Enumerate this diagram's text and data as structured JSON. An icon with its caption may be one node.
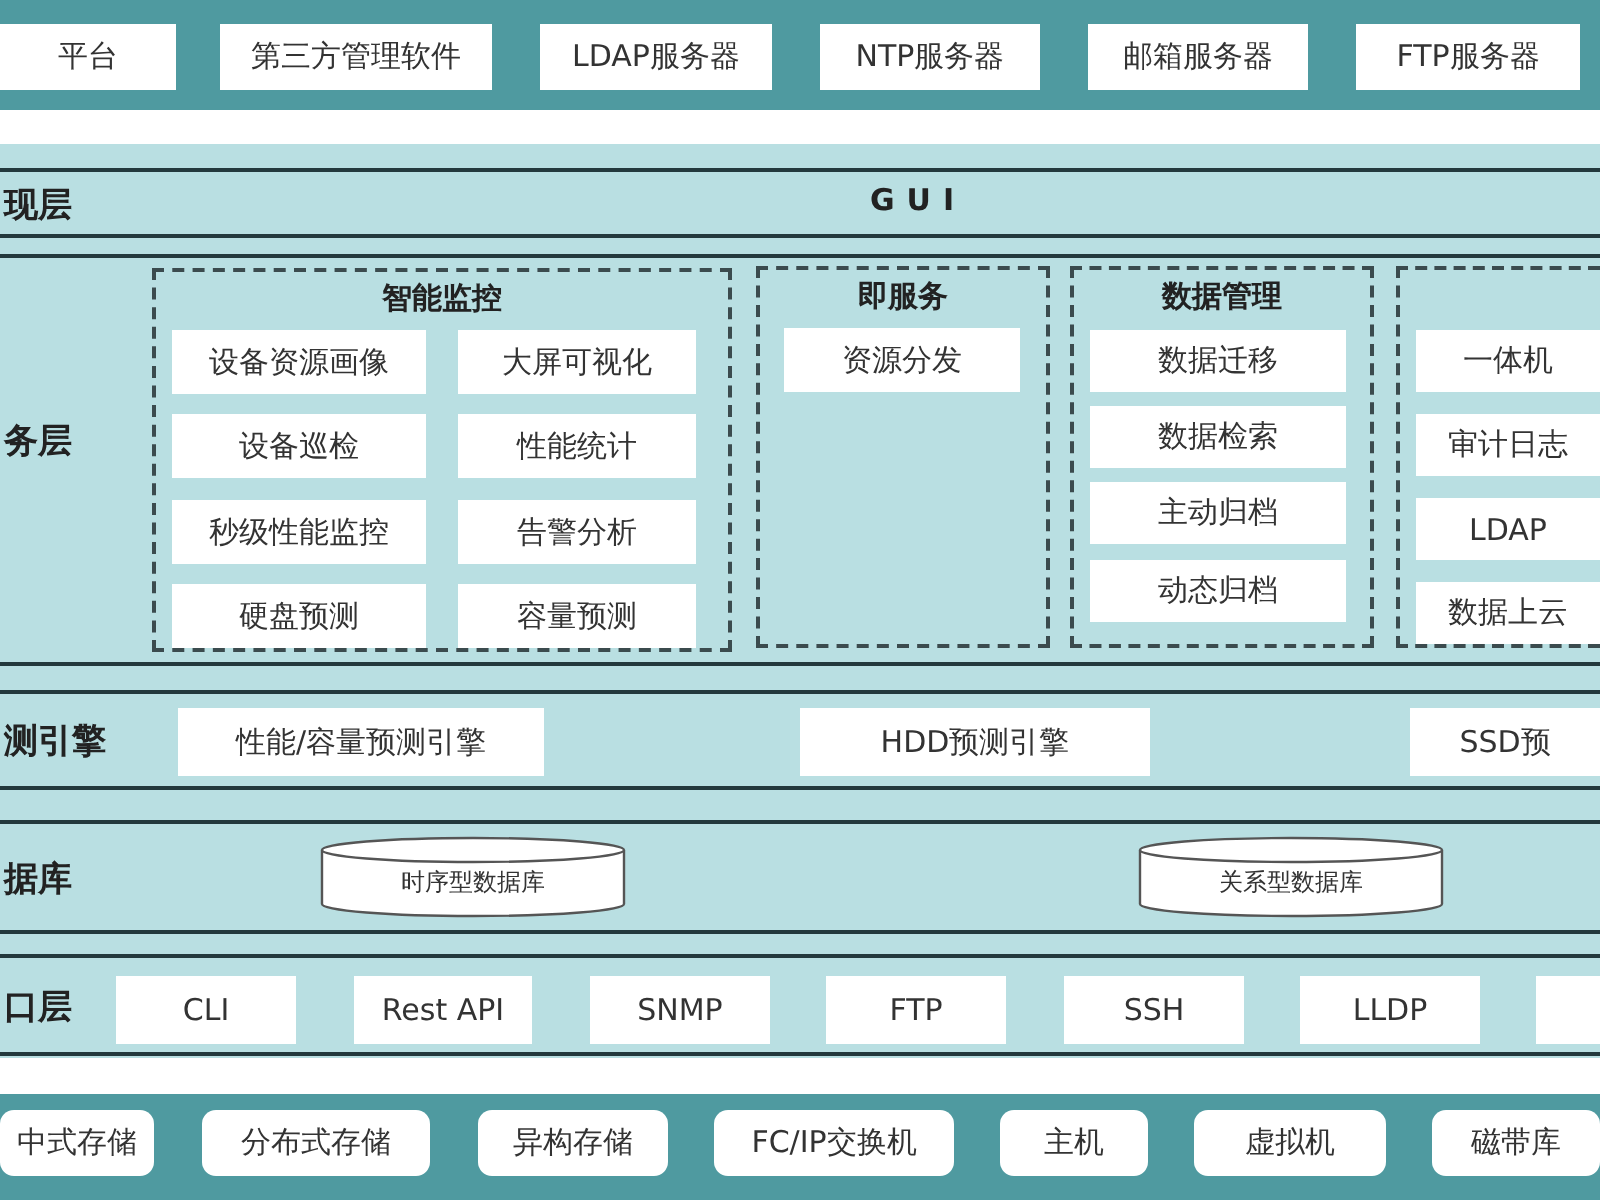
{
  "diagram": {
    "nodes": [
      {
        "text": [],
        "shape": "bar"
      },
      {
        "text": [
          "平台"
        ],
        "in": 0
      },
      {
        "text": [
          "第三方管理软件"
        ],
        "in": 0
      },
      {
        "text": [
          "LDAP服务器"
        ],
        "in": 0
      },
      {
        "text": [
          "NTP服务器"
        ],
        "in": 0
      },
      {
        "text": [
          "邮箱服务器"
        ],
        "in": 0
      },
      {
        "text": [
          "FTP服务器"
        ],
        "in": 0
      },
      {
        "text": [
          "现层",
          "GUI"
        ]
      },
      {
        "text": [
          "务层"
        ]
      },
      {
        "text": [
          "智能监控"
        ],
        "in": 8
      },
      {
        "text": [
          "设备资源画像"
        ],
        "in": 9
      },
      {
        "text": [
          "大屏可视化"
        ],
        "in": 9
      },
      {
        "text": [
          "设备巡检"
        ],
        "in": 9
      },
      {
        "text": [
          "性能统计"
        ],
        "in": 9
      },
      {
        "text": [
          "秒级性能监控"
        ],
        "in": 9
      },
      {
        "text": [
          "告警分析"
        ],
        "in": 9
      },
      {
        "text": [
          "硬盘预测"
        ],
        "in": 9
      },
      {
        "text": [
          "容量预测"
        ],
        "in": 9
      },
      {
        "text": [
          "即服务"
        ],
        "in": 8
      },
      {
        "text": [
          "资源分发"
        ],
        "in": 18
      },
      {
        "text": [
          "数据管理"
        ],
        "in": 8
      },
      {
        "text": [
          "数据迁移"
        ],
        "in": 20
      },
      {
        "text": [
          "数据检索"
        ],
        "in": 20
      },
      {
        "text": [
          "主动归档"
        ],
        "in": 20
      },
      {
        "text": [
          "动态归档"
        ],
        "in": 20
      },
      {
        "text": [],
        "shape": "box",
        "in": 8
      },
      {
        "text": [
          "一体机"
        ],
        "in": 25
      },
      {
        "text": [
          "审计日志"
        ],
        "in": 25
      },
      {
        "text": [
          "LDAP"
        ],
        "in": 25
      },
      {
        "text": [
          "数据上云"
        ],
        "in": 25
      },
      {
        "text": [
          "测引擎"
        ]
      },
      {
        "text": [
          "性能/容量预测引擎"
        ],
        "in": 30
      },
      {
        "text": [
          "HDD预测引擎"
        ],
        "in": 30
      },
      {
        "text": [
          "SSD预"
        ],
        "in": 30
      },
      {
        "text": [
          "据库"
        ]
      },
      {
        "text": [
          "时序型数据库"
        ],
        "in": 34
      },
      {
        "text": [
          "关系型数据库"
        ],
        "in": 34
      },
      {
        "text": [
          "口层"
        ]
      },
      {
        "text": [
          "CLI"
        ],
        "in": 37
      },
      {
        "text": [
          "Rest API"
        ],
        "in": 37
      },
      {
        "text": [
          "SNMP"
        ],
        "in": 37
      },
      {
        "text": [
          "FTP"
        ],
        "in": 37
      },
      {
        "text": [
          "SSH"
        ],
        "in": 37
      },
      {
        "text": [
          "LLDP"
        ],
        "in": 37
      },
      {
        "text": [],
        "shape": "box",
        "in": 37
      },
      {
        "text": [],
        "shape": "bar"
      },
      {
        "text": [
          "中式存储"
        ],
        "in": 45
      },
      {
        "text": [
          "分布式存储"
        ],
        "in": 45
      },
      {
        "text": [
          "异构存储"
        ],
        "in": 45
      },
      {
        "text": [
          "FC/IP交换机"
        ],
        "in": 45
      },
      {
        "text": [
          "主机"
        ],
        "in": 45
      },
      {
        "text": [
          "虚拟机"
        ],
        "in": 45
      },
      {
        "text": [
          "磁带库"
        ],
        "in": 45
      }
    ],
    "edges": []
  }
}
